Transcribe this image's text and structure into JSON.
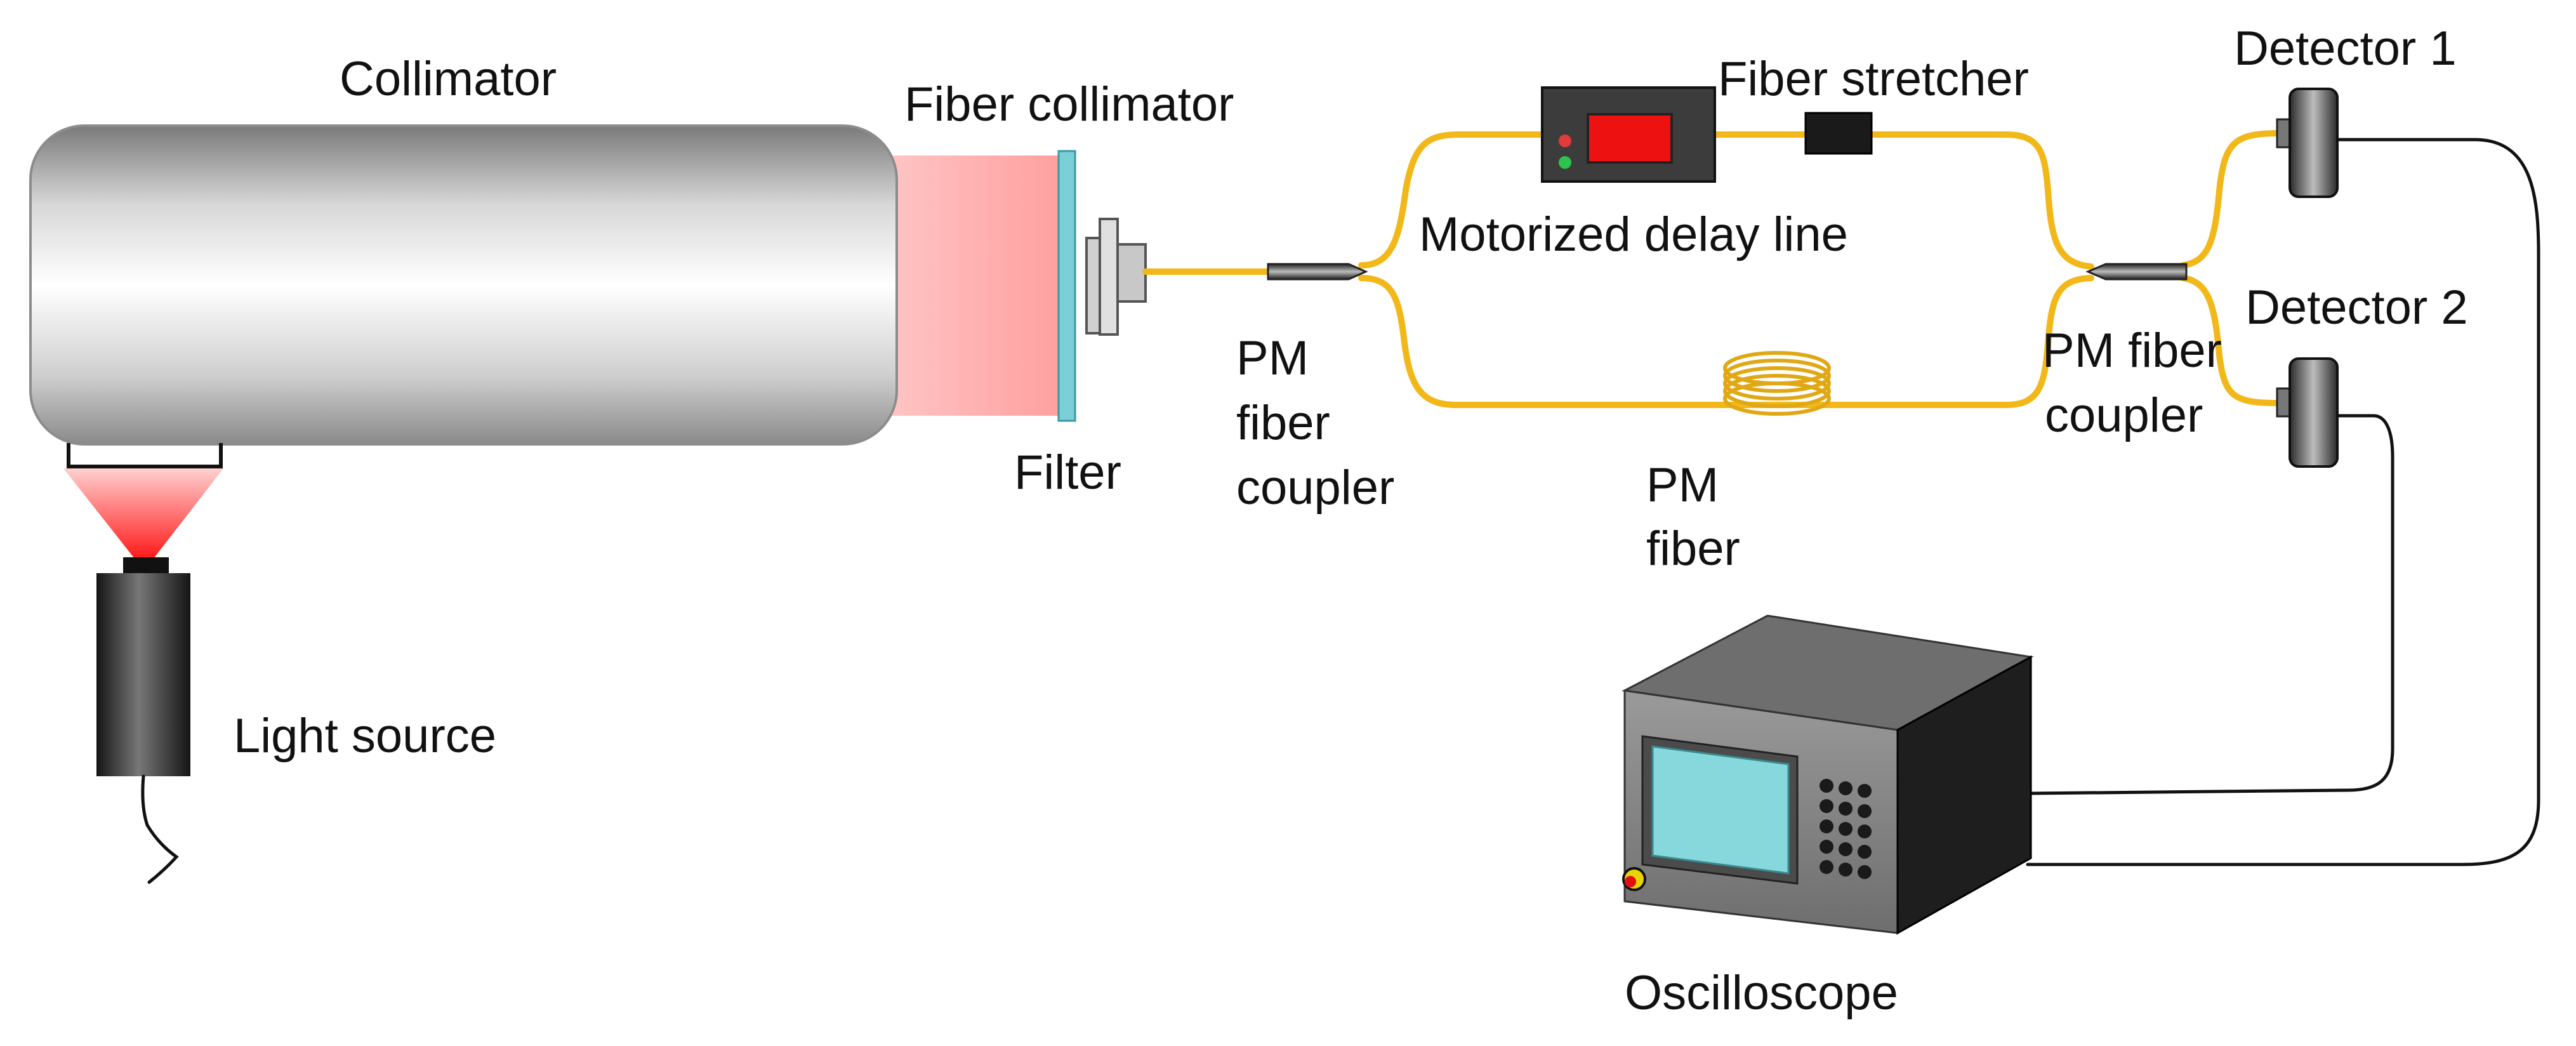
{
  "labels": {
    "collimator": "Collimator",
    "fiber_collimator": "Fiber collimator",
    "filter": "Filter",
    "light_source": "Light source",
    "fiber_stretcher": "Fiber stretcher",
    "motorized_delay_line": "Motorized delay line",
    "pm_fiber_coupler_left": [
      "PM",
      "fiber",
      "coupler"
    ],
    "pm_fiber": [
      "PM",
      "fiber"
    ],
    "pm_fiber_coupler_right": [
      "PM fiber",
      "coupler"
    ],
    "detector_1": "Detector 1",
    "detector_2": "Detector 2",
    "oscilloscope": "Oscilloscope"
  },
  "colors": {
    "fiber": "#f2b81a",
    "beam": "#ffb3b3",
    "cone": "#ff2020",
    "filter": "#7ccfd6",
    "screen": "#86d8dc",
    "delay_display": "#ee1111",
    "cable": "#111111"
  }
}
